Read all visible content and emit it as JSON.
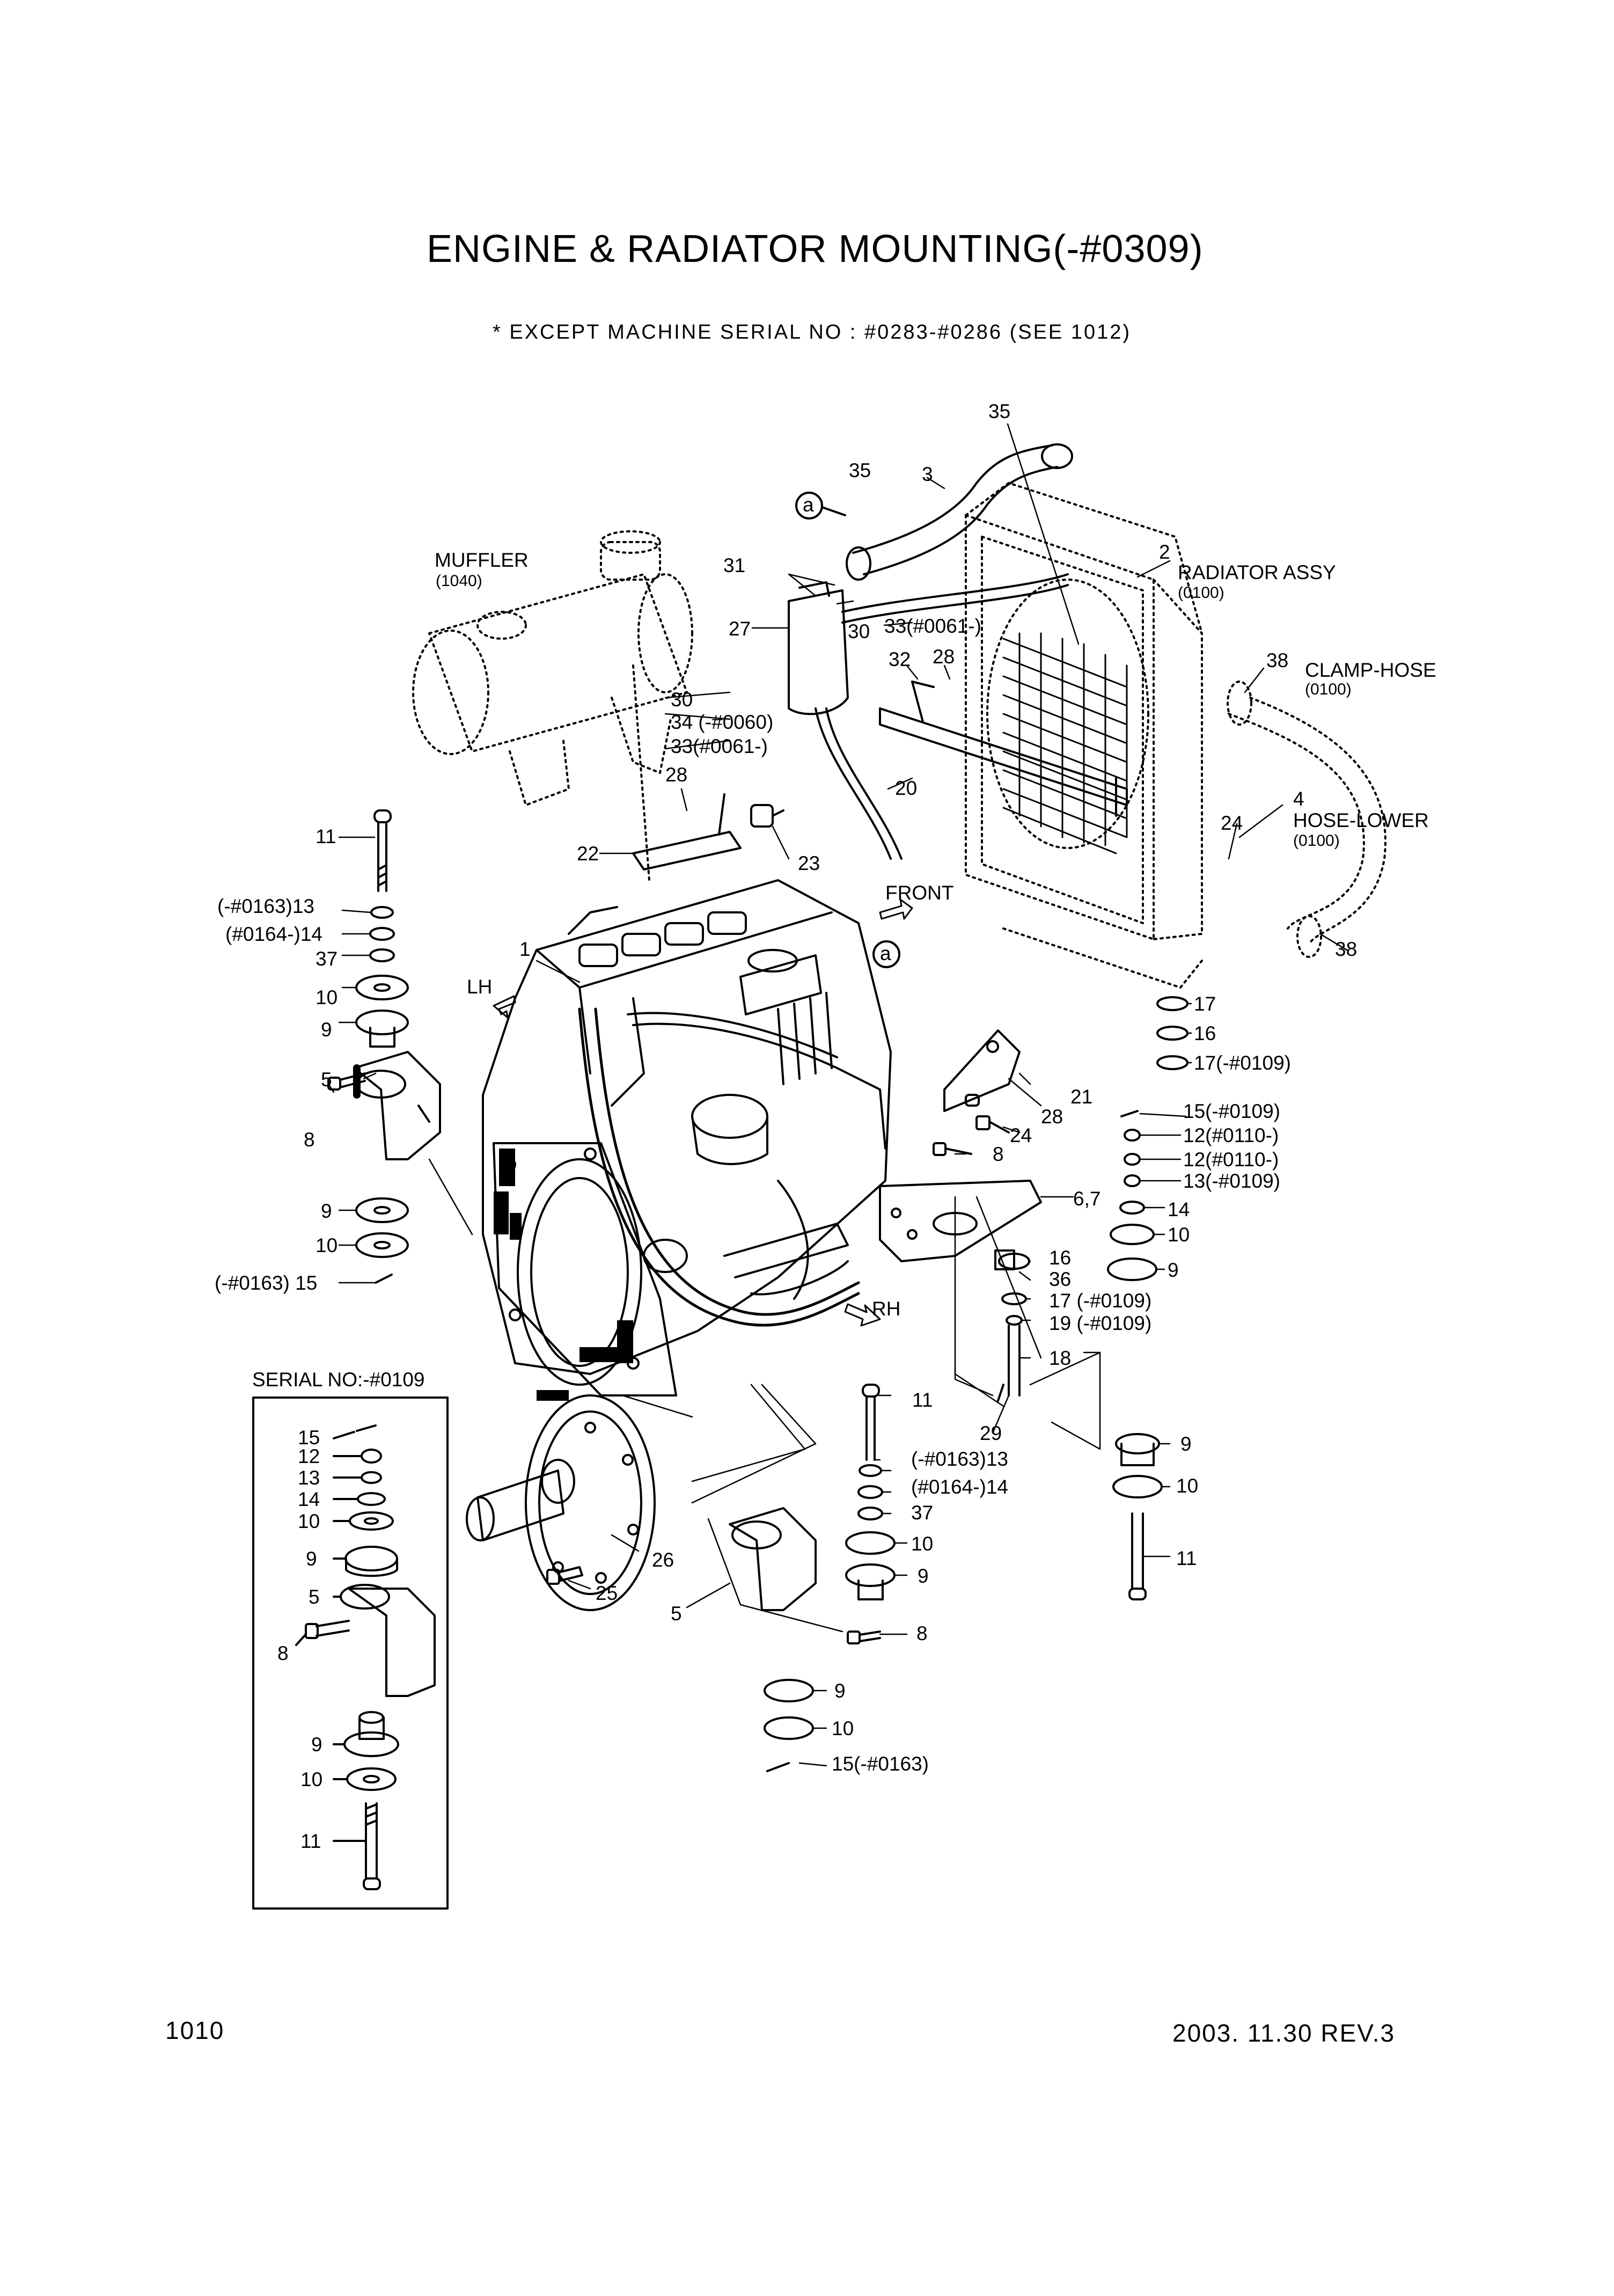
{
  "header": {
    "title": "ENGINE & RADIATOR MOUNTING(-#0309)",
    "note": "* EXCEPT MACHINE SERIAL NO : #0283-#0286 (SEE 1012)"
  },
  "callouts": {
    "muffler": "MUFFLER",
    "muffler_ref": "(1040)",
    "radiator": "RADIATOR ASSY",
    "radiator_ref": "(0100)",
    "clamp_hose": "CLAMP-HOSE",
    "clamp_hose_ref": "(0100)",
    "hose_lower": "HOSE-LOWER",
    "hose_lower_ref": "(0100)",
    "front": "FRONT",
    "lh": "LH",
    "rh": "RH",
    "serial_box": "SERIAL NO:-#0109"
  },
  "labels": {
    "l35a": "35",
    "l35b": "35",
    "l3": "3",
    "la1": "a",
    "la2": "a",
    "l2": "2",
    "l31": "31",
    "l27": "27",
    "l30a": "30",
    "l33a": "33(#0061-)",
    "l32": "32",
    "l28a": "28",
    "l38a": "38",
    "l30b": "30",
    "l34": "34 (-#0060)",
    "l33b": "33(#0061-)",
    "l20": "20",
    "l28b": "28",
    "l24a": "24",
    "l4": "4",
    "l11a": "11",
    "l22": "22",
    "l23": "23",
    "l13a": "(-#0163)13",
    "l14a": "(#0164-)14",
    "l37a": "37",
    "l38b": "38",
    "l1": "1",
    "l10a": "10",
    "l17a": "17",
    "l9a": "9",
    "l16a": "16",
    "l17b": "17(-#0109)",
    "l5a": "5",
    "l21": "21",
    "l28c": "28",
    "l15a": "15(-#0109)",
    "l12a": "12(#0110-)",
    "l12b": "12(#0110-)",
    "l24b": "24",
    "l8a": "8",
    "l8b": "8",
    "l13b": "13(-#0109)",
    "l67": "6,7",
    "l9b": "9",
    "l14b": "14",
    "l10b": "10",
    "l16b": "16",
    "l9c": "9",
    "l15b": "(-#0163) 15",
    "l36": "36",
    "l17c": "17 (-#0109)",
    "l19": "19 (-#0109)",
    "l18": "18",
    "l11b": "11",
    "l29": "29",
    "l9d": "9",
    "l13c": "(-#0163)13",
    "l14c": "(#0164-)14",
    "l10c": "10",
    "l37b": "37",
    "l10d": "10",
    "l26": "26",
    "l9e": "9",
    "l11c": "11",
    "l25": "25",
    "l5b": "5",
    "l8c": "8",
    "l9f": "9",
    "l10e": "10",
    "l15c": "15(-#0163)",
    "s15": "15",
    "s12": "12",
    "s13": "13",
    "s14": "14",
    "s10a": "10",
    "s9a": "9",
    "s5": "5",
    "s8": "8",
    "s9b": "9",
    "s10b": "10",
    "s11": "11"
  },
  "footer": {
    "page": "1010",
    "revision": "2003. 11.30  REV.3"
  }
}
